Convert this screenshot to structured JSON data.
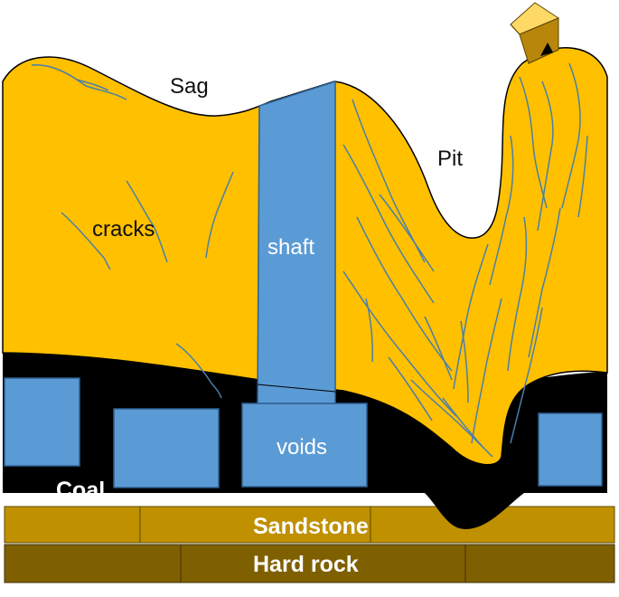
{
  "labels": {
    "sag": "Sag",
    "pit": "Pit",
    "cracks": "cracks",
    "shaft": "shaft",
    "voids": "voids",
    "coal": "Coal",
    "sandstone": "Sandstone",
    "hard_rock": "Hard rock"
  },
  "colors": {
    "overburden": "#FFC000",
    "shaft_void": "#5B9BD5",
    "coal": "#000000",
    "sandstone": "#BF9000",
    "hard_rock": "#7F6000",
    "crack_line": "#4A7FA8",
    "house_roof": "#FFD966",
    "house_wall": "#C09000"
  },
  "icons": [
    "house-icon"
  ]
}
